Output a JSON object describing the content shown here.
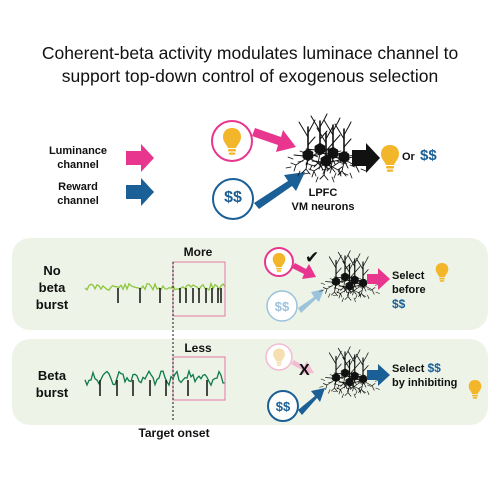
{
  "title": {
    "line1": "Coherent-beta activity modulates luminace channel to",
    "line2": "support top-down control of exogenous selection"
  },
  "legend": {
    "luminance_line1": "Luminance",
    "luminance_line2": "channel",
    "reward_line1": "Reward",
    "reward_line2": "channel"
  },
  "top": {
    "reward_symbol": "$$",
    "neurons_line1": "LPFC",
    "neurons_line2": "VM neurons",
    "or_text": "Or",
    "or_symbol": "$$"
  },
  "panel_no_beta": {
    "label_line1": "No",
    "label_line2": "beta",
    "label_line3": "burst",
    "box_label": "More",
    "reward_symbol": "$$",
    "check_mark": "✔",
    "select_line1": "Select",
    "select_line2_text": "before",
    "select_line2_symbol": "$$"
  },
  "panel_beta": {
    "label_line1": "Beta",
    "label_line2": "burst",
    "box_label": "Less",
    "reward_symbol": "$$",
    "x_mark": "X",
    "select_line1_text": "Select",
    "select_line1_symbol": "$$",
    "select_line2": "by inhibiting"
  },
  "target_onset": "Target onset",
  "colors": {
    "luminance": "#e8368f",
    "reward": "#1a5f96",
    "bulb": "#f3b52a",
    "bulb_faded": "#f5deb0",
    "reward_faded": "#9cc2dc",
    "panel_bg": "#edf3e6",
    "trace_light": "#8cc63f",
    "trace_dark": "#0d7a4a",
    "box": "#e57aa5"
  }
}
